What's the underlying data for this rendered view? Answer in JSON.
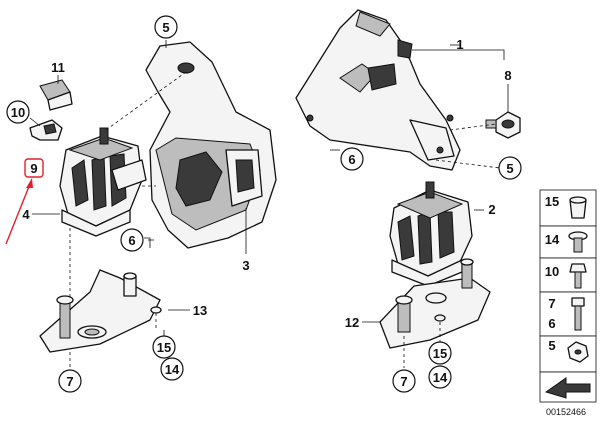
{
  "callouts": {
    "c1": "1",
    "c2": "2",
    "c3": "3",
    "c4": "4",
    "c5a": "5",
    "c5b": "5",
    "c6a": "6",
    "c6b": "6",
    "c7a": "7",
    "c7b": "7",
    "c8": "8",
    "c9": "9",
    "c10": "10",
    "c11": "11",
    "c12": "12",
    "c13": "13",
    "c14a": "14",
    "c14b": "14",
    "c15a": "15",
    "c15b": "15"
  },
  "legend": {
    "items": [
      "15",
      "14",
      "10",
      "7",
      "6",
      "5"
    ]
  },
  "diagram_id": "00152466",
  "colors": {
    "highlight": "#e0202c",
    "ink": "#111111"
  }
}
